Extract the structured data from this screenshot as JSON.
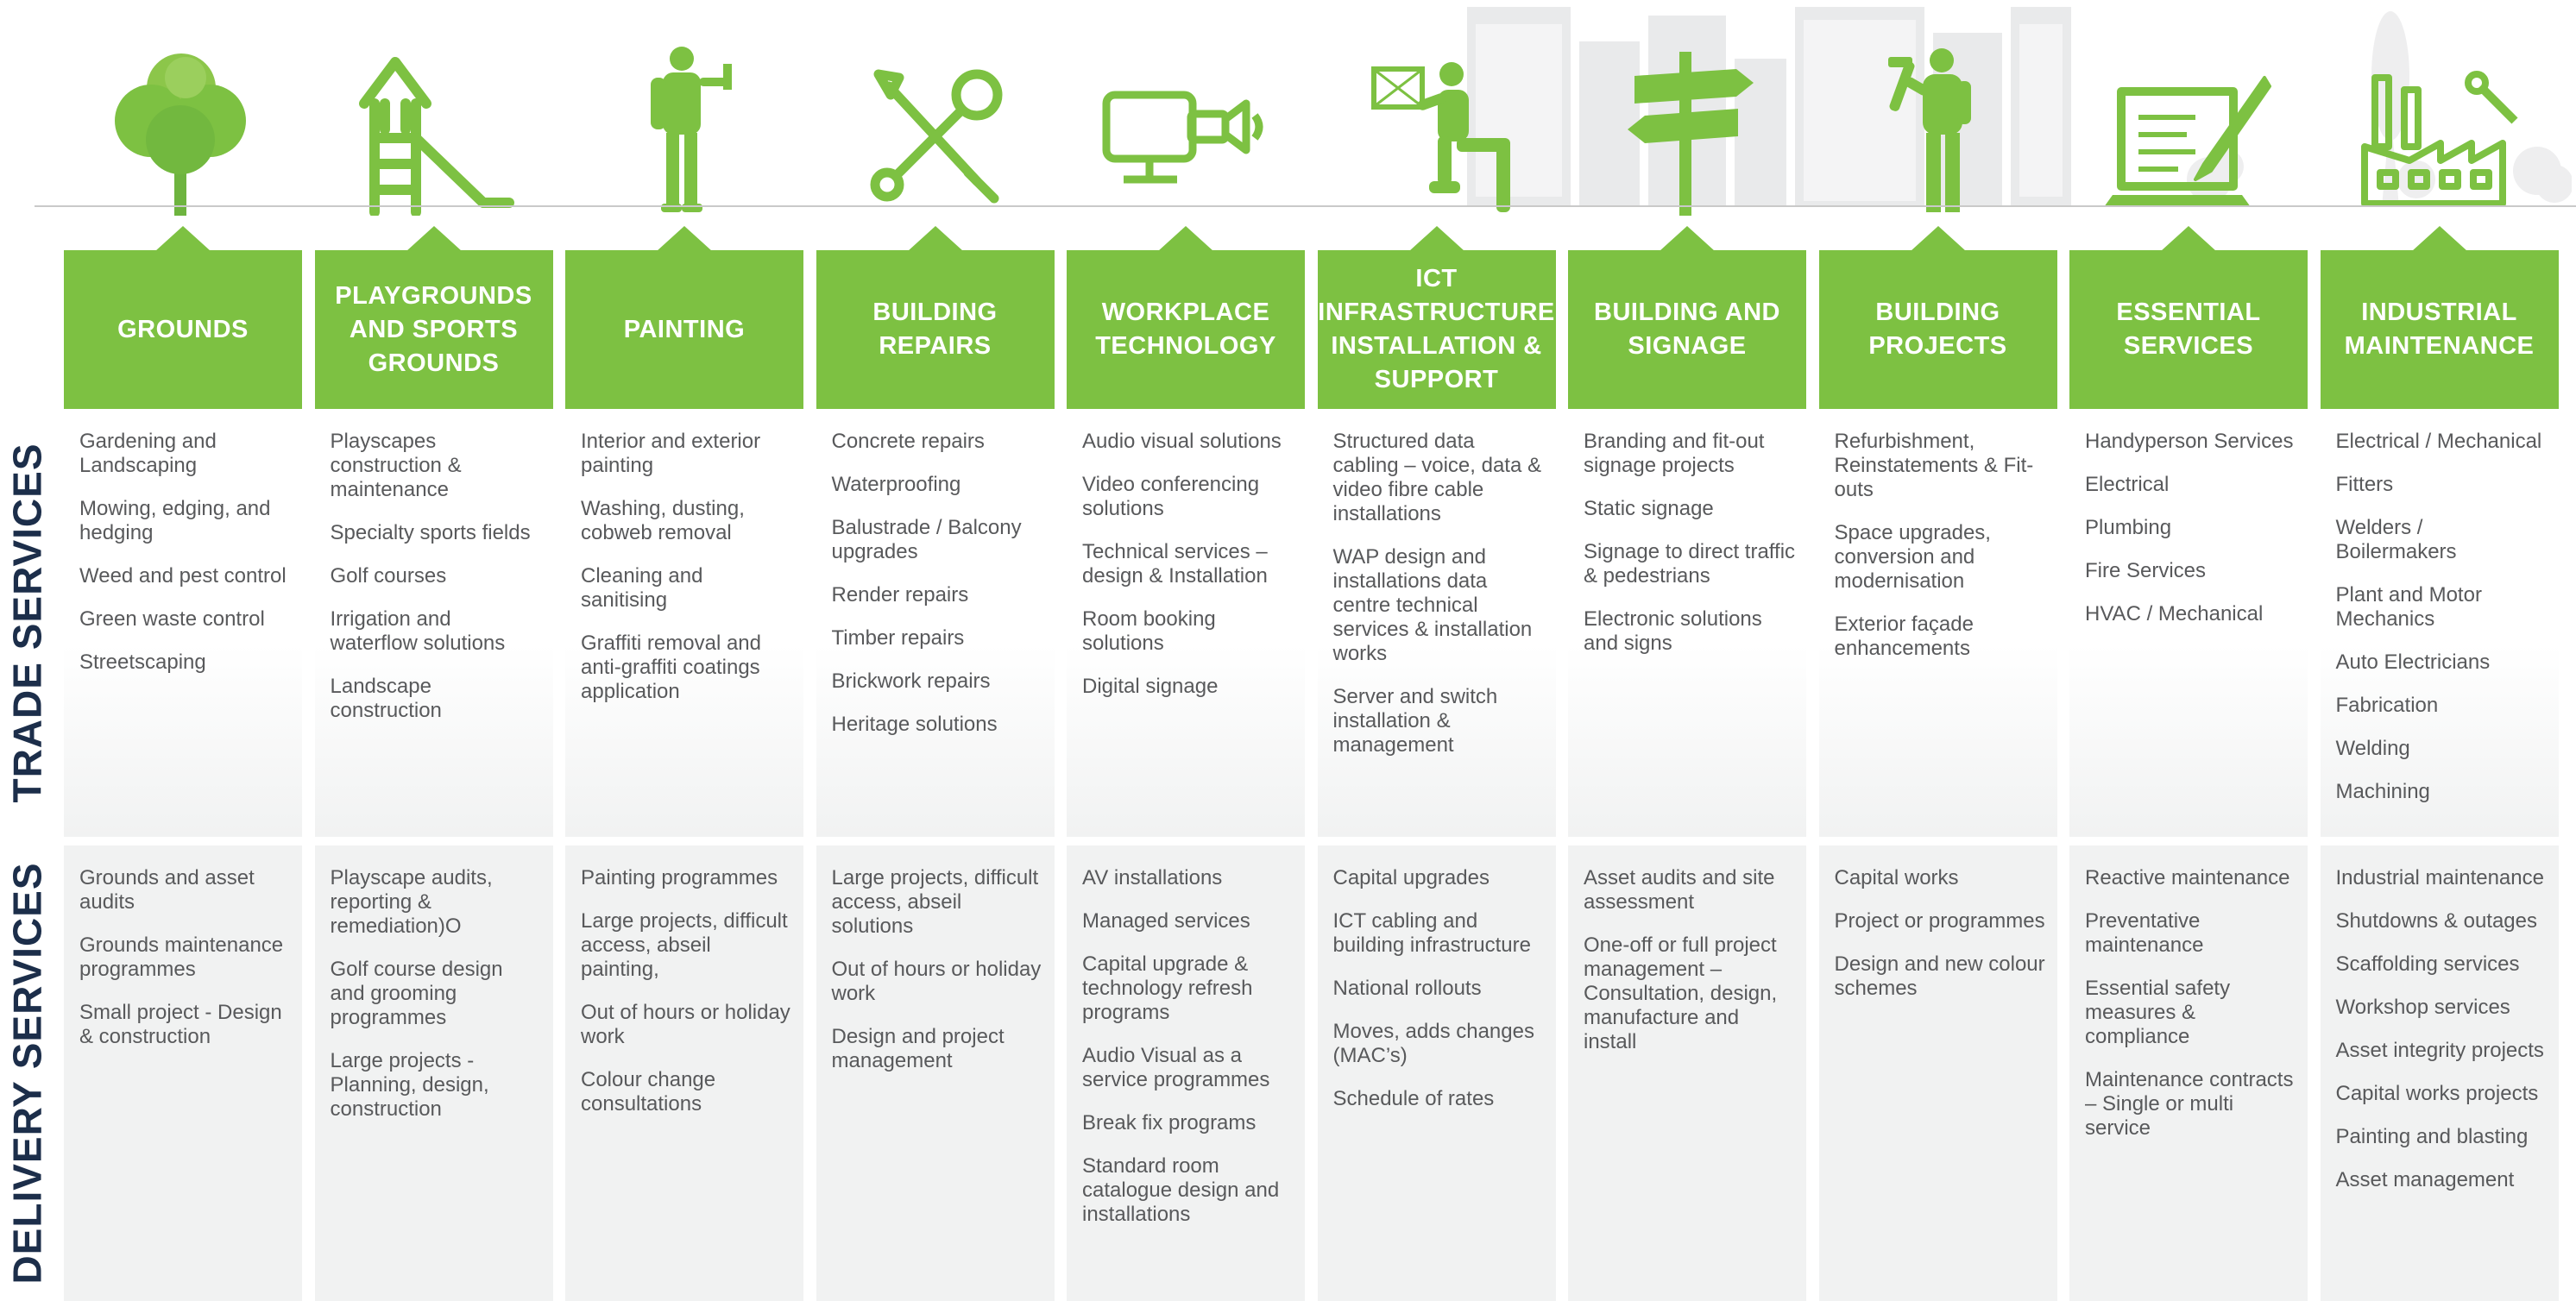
{
  "side_labels": {
    "trade": "TRADE SERVICES",
    "delivery": "DELIVERY SERVICES"
  },
  "colors": {
    "accent": "#7dc142",
    "text": "#58595b",
    "label": "#1c2e4a",
    "panel": "#f1f2f2"
  },
  "columns": [
    {
      "icon": "tree-icon",
      "title": "GROUNDS",
      "trade": [
        "Gardening and Landscaping",
        "Mowing, edging, and hedging",
        "Weed and pest control",
        "Green waste control",
        "Streetscaping"
      ],
      "delivery": [
        "Grounds and asset audits",
        "Grounds maintenance programmes",
        "Small project - Design & construction"
      ]
    },
    {
      "icon": "playground-slide-icon",
      "title": "PLAYGROUNDS AND SPORTS GROUNDS",
      "trade": [
        "Playscapes construction & maintenance",
        "Specialty sports fields",
        "Golf courses",
        "Irrigation and waterflow solutions",
        "Landscape construction"
      ],
      "delivery": [
        "Playscape audits, reporting & remediation)O",
        "Golf course design and grooming programmes",
        "Large projects - Planning, design, construction"
      ]
    },
    {
      "icon": "painter-icon",
      "title": "PAINTING",
      "trade": [
        "Interior and exterior painting",
        "Washing, dusting, cobweb removal",
        "Cleaning and sanitising",
        "Graffiti removal and anti-graffiti coatings application"
      ],
      "delivery": [
        "Painting programmes",
        "Large projects, difficult access, abseil painting,",
        "Out of hours or holiday  work",
        "Colour change consultations"
      ]
    },
    {
      "icon": "wrench-screwdriver-icon",
      "title": "BUILDING REPAIRS",
      "trade": [
        "Concrete repairs",
        "Waterproofing",
        "Balustrade / Balcony upgrades",
        "Render repairs",
        "Timber repairs",
        "Brickwork repairs",
        "Heritage solutions"
      ],
      "delivery": [
        "Large projects, difficult access, abseil solutions",
        "Out of hours or holiday work",
        "Design and project management"
      ]
    },
    {
      "icon": "monitor-camera-icon",
      "title": "WORKPLACE TECHNOLOGY",
      "trade": [
        "Audio visual solutions",
        "Video conferencing solutions",
        "Technical services – design & Installation",
        "Room booking solutions",
        "Digital signage"
      ],
      "delivery": [
        "AV installations",
        "Managed services",
        "Capital upgrade & technology refresh programs",
        "Audio Visual as a service programmes",
        "Break fix programs",
        "Standard room catalogue design and installations"
      ]
    },
    {
      "icon": "technician-kneeling-icon",
      "title": "ICT INFRASTRUCTURE INSTALLATION & SUPPORT",
      "trade": [
        "Structured data cabling – voice, data & video fibre cable installations",
        "WAP design and installations data centre technical services & installation works",
        "Server and switch installation & management"
      ],
      "delivery": [
        "Capital upgrades",
        "ICT cabling and building infrastructure",
        "National rollouts",
        "Moves, adds changes (MAC’s)",
        "Schedule of rates"
      ]
    },
    {
      "icon": "signpost-icon",
      "title": "BUILDING AND SIGNAGE",
      "trade": [
        "Branding and fit-out signage projects",
        "Static signage",
        "Signage to direct traffic & pedestrians",
        "Electronic solutions and signs"
      ],
      "delivery": [
        "Asset audits and site assessment",
        "One-off or full project management – Consultation, design, manufacture and install"
      ]
    },
    {
      "icon": "builder-hammer-icon",
      "title": "BUILDING PROJECTS",
      "trade": [
        "Refurbishment, Reinstatements & Fit-outs",
        "Space upgrades, conversion and modernisation",
        "Exterior façade enhancements"
      ],
      "delivery": [
        "Capital works",
        "Project or programmes",
        "Design and new colour schemes"
      ]
    },
    {
      "icon": "document-pen-icon",
      "title": "ESSENTIAL SERVICES",
      "trade": [
        "Handyperson Services",
        "Electrical",
        "Plumbing",
        "Fire Services",
        "HVAC / Mechanical"
      ],
      "delivery": [
        "Reactive maintenance",
        "Preventative maintenance",
        "Essential safety measures & compliance",
        "Maintenance contracts – Single or multi service"
      ]
    },
    {
      "icon": "factory-icon",
      "title": "INDUSTRIAL MAINTENANCE",
      "trade": [
        "Electrical / Mechanical",
        "Fitters",
        "Welders / Boilermakers",
        "Plant and Motor Mechanics",
        "Auto Electricians",
        "Fabrication",
        "Welding",
        "Machining"
      ],
      "delivery": [
        "Industrial maintenance",
        "Shutdowns & outages",
        "Scaffolding services",
        "Workshop services",
        "Asset integrity projects",
        "Capital works projects",
        "Painting and blasting",
        "Asset management"
      ]
    }
  ]
}
